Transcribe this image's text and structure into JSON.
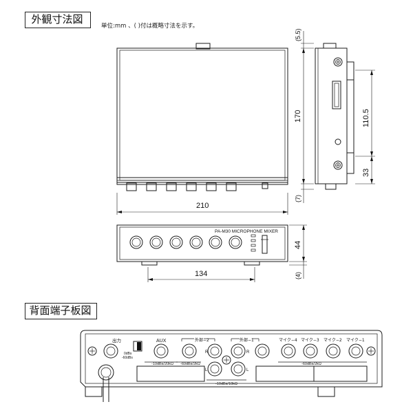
{
  "headings": {
    "exterior": "外観寸法図",
    "rear_panel": "背面端子板図"
  },
  "unit_note": "単位:mm 、( )付は概略寸法を示す。",
  "dimensions": {
    "width_top": "210",
    "width_base": "134",
    "height_side": "170",
    "front_height": "44",
    "top_protrusion": "(5.5)",
    "bottom_protrusion": "(7)",
    "foot_height": "(4)",
    "bracket_spacing": "110.5",
    "bracket_offset": "33"
  },
  "front_panel": {
    "model_label": "PA-M30 MICROPHONE MIXER"
  },
  "rear_panel": {
    "output_label": "出力",
    "output_level_0dbs": "0dBs",
    "output_level_m60dbs": "-60dBs",
    "aux_label": "AUX",
    "aux_level": "-10dBs/20kΩ",
    "ext2_label": "外部−2",
    "ext2_level": "-60dBs/2kΩ",
    "ext1_label": "外部−1",
    "ext1_level": "-10dBs/10kΩ",
    "mic4_label": "マイク−4",
    "mic3_label": "マイク−3",
    "mic2_label": "マイク−2",
    "mic1_label": "マイク−1",
    "mic_level": "-60dBs/2kΩ",
    "r_label": "R",
    "l_label": "L"
  }
}
